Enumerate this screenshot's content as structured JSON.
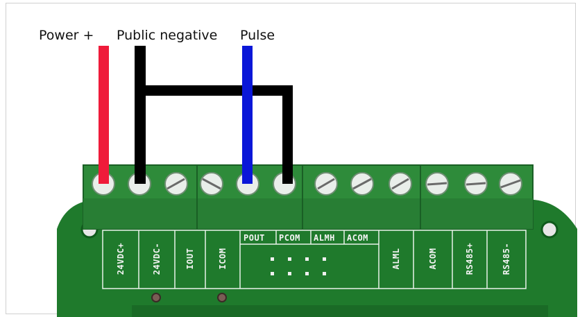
{
  "wire_labels": {
    "power_plus": "Power +",
    "public_negative": "Public negative",
    "pulse": "Pulse"
  },
  "wire_colors": {
    "power_plus": "#ef1b3a",
    "public_negative": "#000000",
    "pulse": "#0a17d8"
  },
  "pcb_colors": {
    "board": "#1f7a2c",
    "terminal_block": "#2e8b3a",
    "screw": "#e9eeea",
    "silkscreen": "#f4f4f4"
  },
  "terminal_labels_vertical": [
    "24VDC+",
    "24VDC-",
    "IOUT",
    "ICOM",
    "ALML",
    "ACOM",
    "RS485+",
    "RS485-"
  ],
  "terminal_labels_top": [
    "POUT",
    "PCOM",
    "ALMH",
    "ACOM"
  ]
}
